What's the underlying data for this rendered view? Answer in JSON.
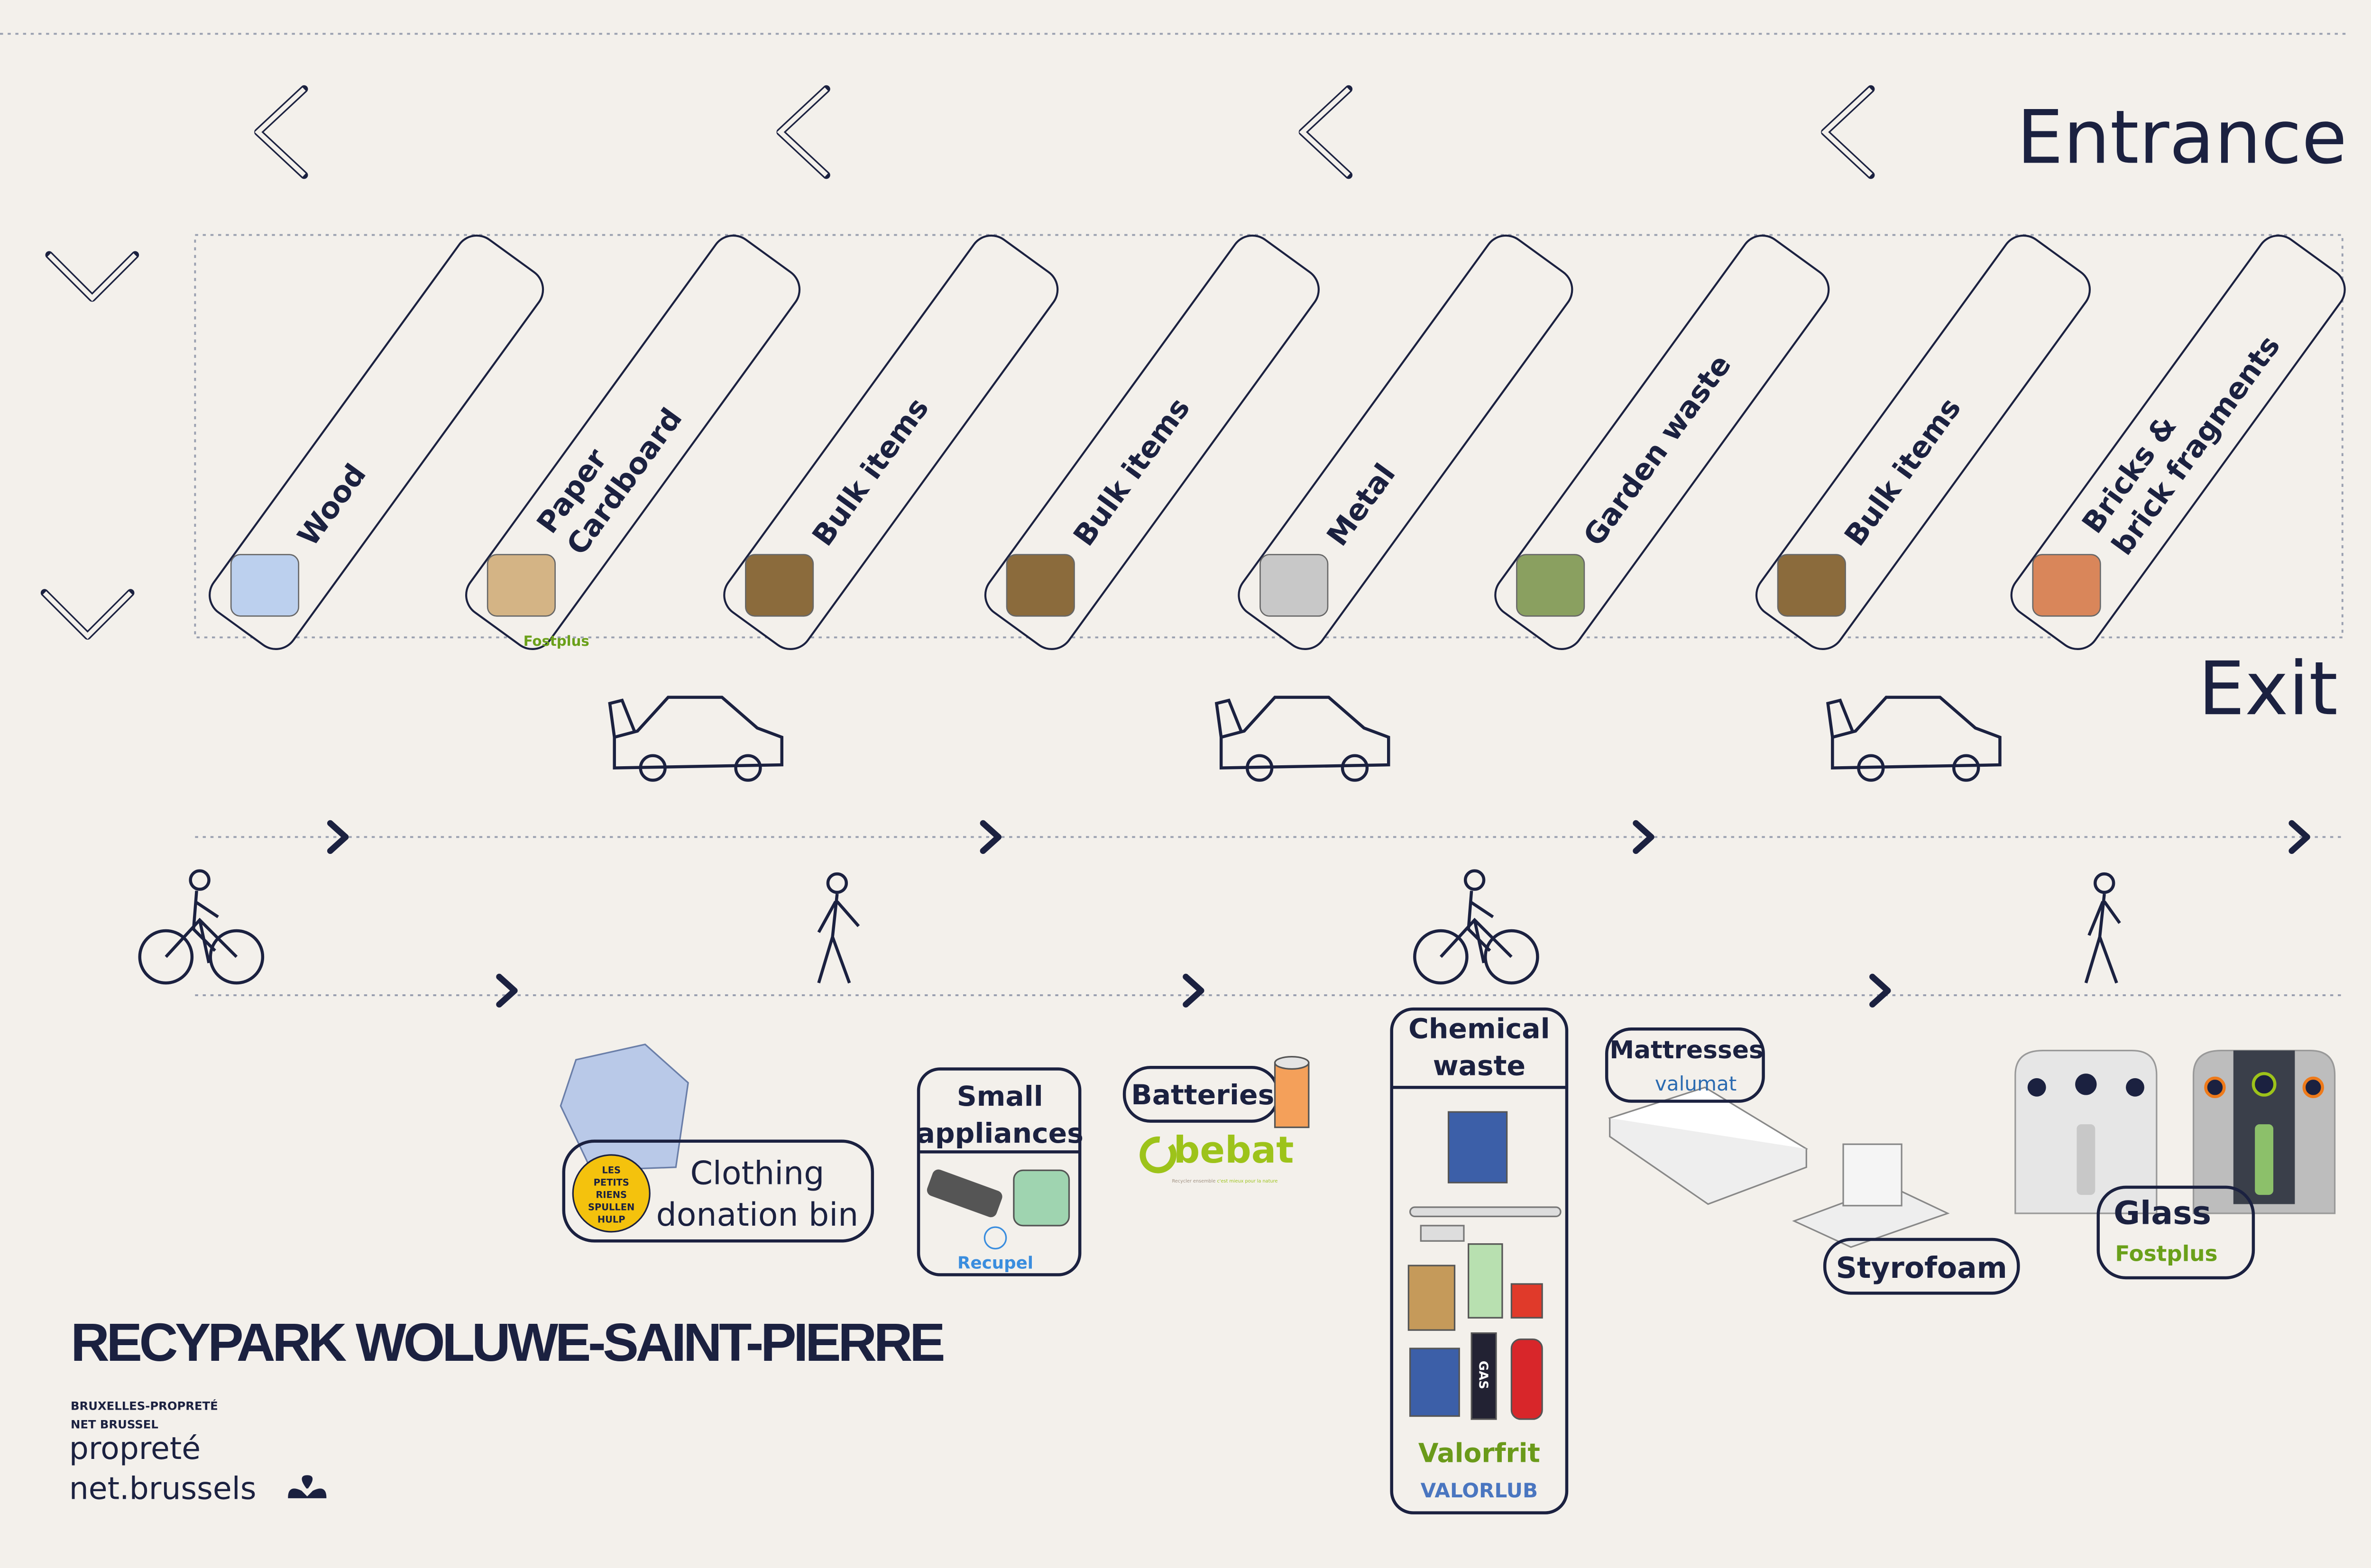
{
  "header": {
    "entrance": "Entrance",
    "exit": "Exit"
  },
  "bins": [
    {
      "label": "Wood",
      "icon": "wood-pallet-icon"
    },
    {
      "label": "Paper",
      "label2": "Cardboard",
      "logo": "Fostplus",
      "icon": "cardboard-box-icon"
    },
    {
      "label": "Bulk items",
      "icon": "armchair-icon"
    },
    {
      "label": "Bulk items",
      "icon": "armchair-icon"
    },
    {
      "label": "Metal",
      "icon": "cooking-pot-icon"
    },
    {
      "label": "Garden waste",
      "icon": "plants-icon"
    },
    {
      "label": "Bulk items",
      "icon": "armchair-icon"
    },
    {
      "label": "Bricks &",
      "label2": "brick fragments",
      "icon": "bricks-icon"
    }
  ],
  "stations": {
    "clothing": {
      "line1": "Clothing",
      "line2": "donation bin",
      "logo": [
        "LES",
        "PETITS",
        "RIENS",
        "SPULLEN",
        "HULP"
      ]
    },
    "small_appliances": {
      "line1": "Small",
      "line2": "appliances",
      "logo": "Recupel"
    },
    "batteries": {
      "label": "Batteries",
      "logo": "bebat",
      "tagline_a": "Recycler ensemble ",
      "tagline_b": "c'est mieux pour la nature"
    },
    "chemical": {
      "line1": "Chemical",
      "line2": "waste",
      "logo1": "Valorfrit",
      "logo2": "VALORLUB",
      "gas": "GAS"
    },
    "mattresses": {
      "label": "Mattresses",
      "logo": "valumat"
    },
    "styrofoam": {
      "label": "Styrofoam"
    },
    "glass": {
      "label": "Glass",
      "logo": "Fostplus"
    }
  },
  "footer": {
    "title": "RECYPARK WOLUWE-SAINT-PIERRE",
    "org1": "BRUXELLES-PROPRETÉ",
    "org2": "NET BRUSSEL",
    "brand1": "propreté",
    "brand2": "net.brussels"
  },
  "colors": {
    "navy": "#1b2140",
    "background": "#f3f0eb",
    "green": "#9dc31a",
    "orange": "#ee7a1a"
  }
}
